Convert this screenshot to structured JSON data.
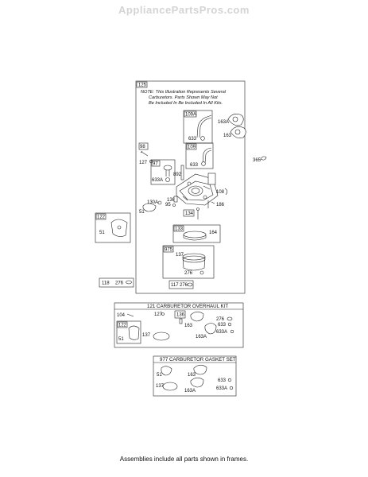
{
  "header": {
    "site": "AppliancePartsPros.com"
  },
  "main": {
    "frame_id": "125",
    "note_lines": [
      "NOTE: This Illustration Represents Several",
      "Carburetors. Parts Shown May Not",
      "Be Included In Be Included In All Kits."
    ],
    "parts": {
      "p109A": "109A",
      "p163A_a": "163A",
      "p163_a": "163",
      "p633_a": "633",
      "p98": "98",
      "p109": "109",
      "p633_b": "633",
      "p127": "127",
      "p97": "97",
      "p892": "892",
      "p633A": "633A",
      "p108": "108",
      "p130A": "130A",
      "p136": "136",
      "p95": "95",
      "p186": "186",
      "p51": "51",
      "p134": "134",
      "p133": "133",
      "p164": "164",
      "p975": "975",
      "p137": "137",
      "p276_a": "276",
      "p117": "117",
      "p276_b": "276",
      "p365": "365"
    }
  },
  "left_items": {
    "p122": "122",
    "p51": "51",
    "p118": "118",
    "p276": "276"
  },
  "overhaul_kit": {
    "title": "121 CARBURETOR OVERHAUL KIT",
    "parts": {
      "p104": "104",
      "p127": "127",
      "p136": "136",
      "p163": "163",
      "p276": "276",
      "p633": "633",
      "p633A": "633A",
      "p122": "122",
      "p51": "51",
      "p137": "137",
      "p163A": "163A"
    }
  },
  "gasket_set": {
    "title": "977 CARBURETOR GASKET SET",
    "parts": {
      "p51": "51",
      "p163": "163",
      "p137": "137",
      "p163A": "163A",
      "p633": "633",
      "p633A": "633A"
    }
  },
  "footer": {
    "caption": "Assemblies include all parts shown in frames."
  }
}
